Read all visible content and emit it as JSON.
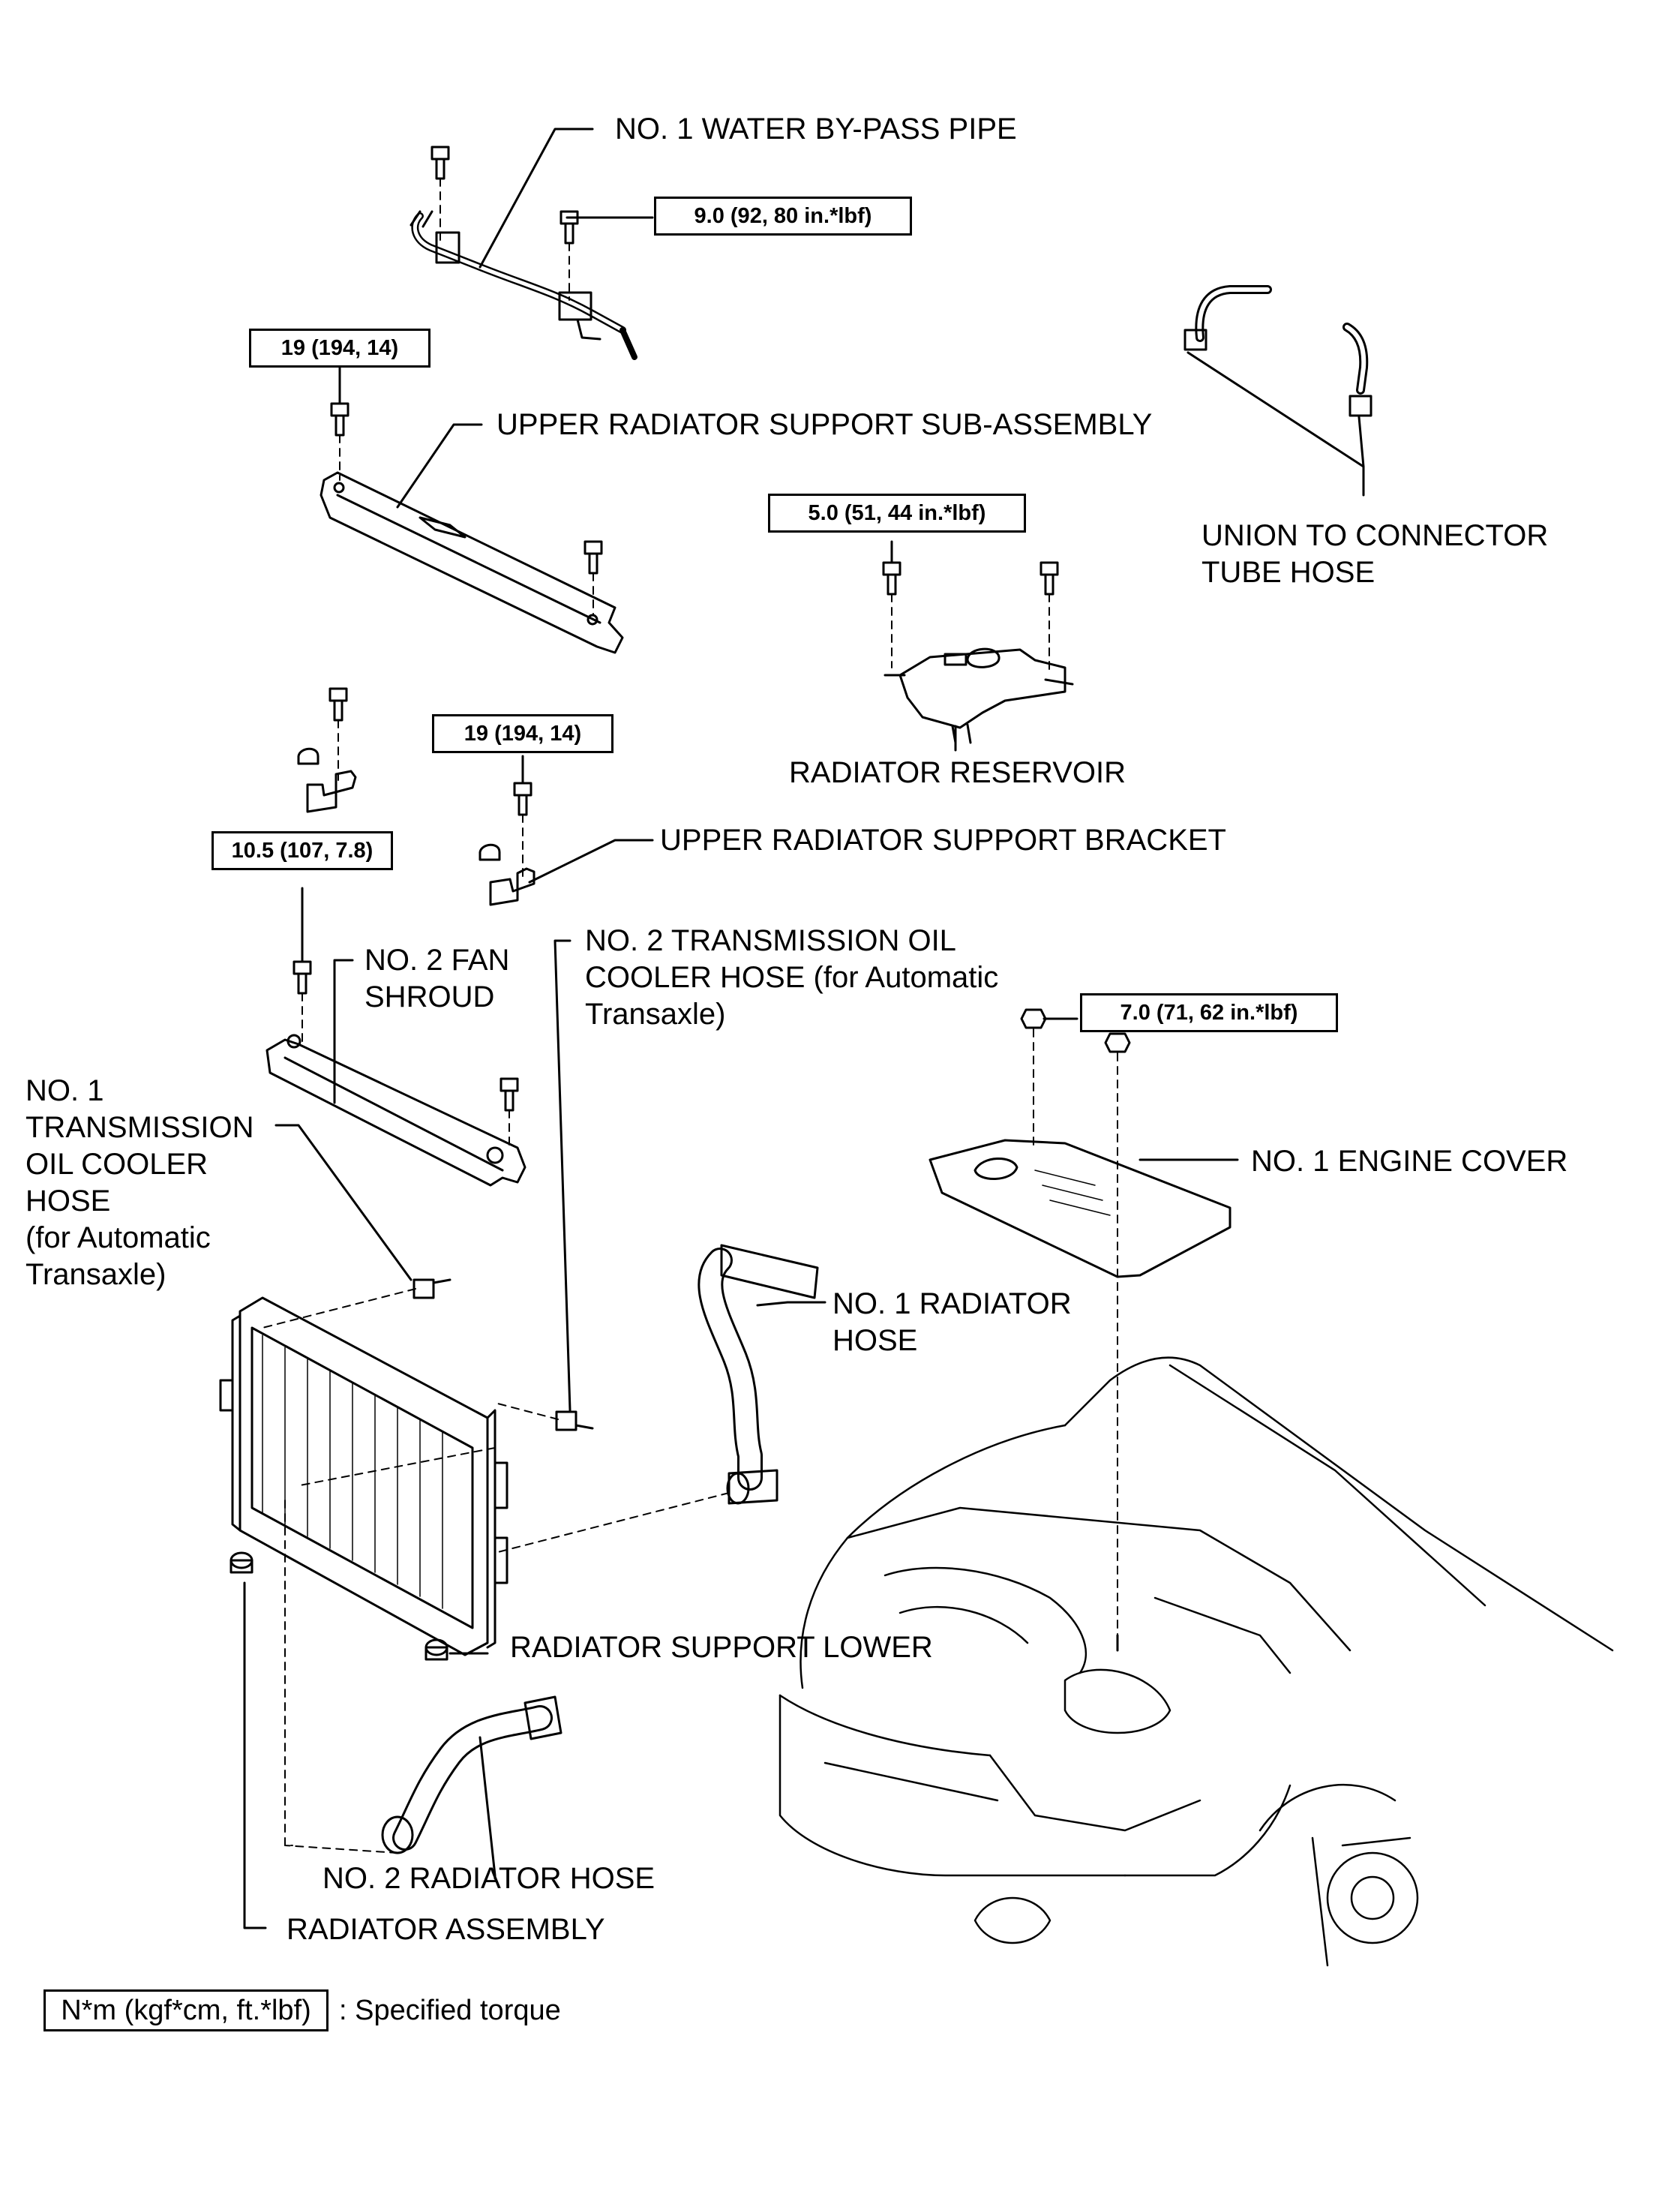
{
  "labels": {
    "water_bypass_pipe": "NO. 1 WATER BY-PASS PIPE",
    "upper_radiator_support": "UPPER RADIATOR SUPPORT SUB-ASSEMBLY",
    "union_hose": [
      "UNION TO CONNECTOR",
      "TUBE HOSE"
    ],
    "radiator_reservoir": "RADIATOR RESERVOIR",
    "upper_support_bracket": "UPPER RADIATOR SUPPORT BRACKET",
    "fan_shroud": [
      "NO. 2 FAN",
      "SHROUD"
    ],
    "trans_hose_2": [
      "NO. 2 TRANSMISSION OIL",
      "COOLER HOSE (for Automatic",
      "Transaxle)"
    ],
    "trans_hose_1": [
      "NO. 1",
      "TRANSMISSION",
      "OIL COOLER",
      "HOSE",
      "(for Automatic",
      "Transaxle)"
    ],
    "engine_cover": "NO. 1 ENGINE COVER",
    "radiator_hose_1": [
      "NO. 1 RADIATOR",
      "HOSE"
    ],
    "support_lower": "RADIATOR SUPPORT LOWER",
    "radiator_hose_2": "NO. 2 RADIATOR HOSE",
    "radiator_assembly": "RADIATOR ASSEMBLY"
  },
  "torques": {
    "bypass_bolt": "9.0 (92, 80 in.*lbf)",
    "upper_support_bolt": "19 (194, 14)",
    "reservoir_bolt": "5.0 (51, 44 in.*lbf)",
    "bracket_bolt": "19 (194, 14)",
    "shroud_bolt": "10.5 (107, 7.8)",
    "engine_cover_nut": "7.0 (71, 62 in.*lbf)"
  },
  "legend": {
    "unit": "N*m (kgf*cm, ft.*lbf)",
    "description": ": Specified torque"
  }
}
